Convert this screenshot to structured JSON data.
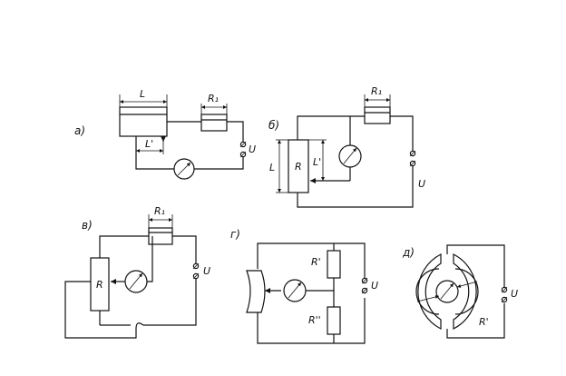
{
  "diagrams": {
    "a": {
      "caption": "а)",
      "labels": {
        "length": "L",
        "partial_length": "L'",
        "resistor": "R₁",
        "voltage": "U"
      }
    },
    "b": {
      "caption": "б)",
      "labels": {
        "length": "L",
        "partial_length": "L'",
        "rheostat": "R",
        "resistor": "R₁",
        "voltage": "U"
      }
    },
    "v": {
      "caption": "в)",
      "labels": {
        "rheostat": "R",
        "resistor": "R₁",
        "voltage": "U"
      }
    },
    "g": {
      "caption": "г)",
      "labels": {
        "resistor_1": "R'",
        "resistor_2": "R''",
        "voltage": "U"
      }
    },
    "d": {
      "caption": "д)",
      "labels": {
        "resistor": "R'",
        "voltage": "U"
      }
    }
  }
}
